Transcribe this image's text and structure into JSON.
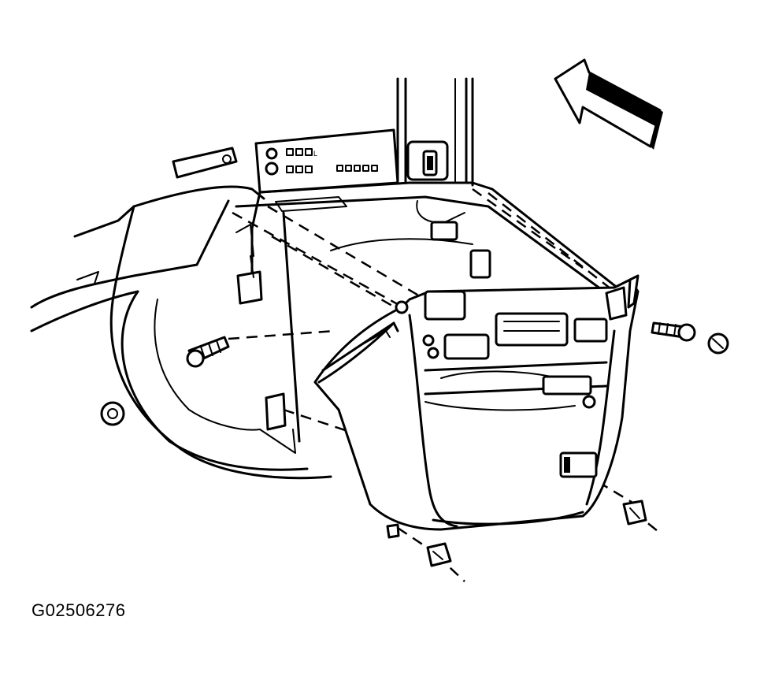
{
  "figure": {
    "id_label": "G02506276",
    "panel_indicators": {
      "row1": "ooo",
      "row1_suffix": "L",
      "row2": "ooo",
      "row2_extra": "ooooo"
    }
  },
  "icons": {
    "direction_arrow": "arrow-icon",
    "screw": "screw-icon",
    "clip": "clip-icon"
  }
}
